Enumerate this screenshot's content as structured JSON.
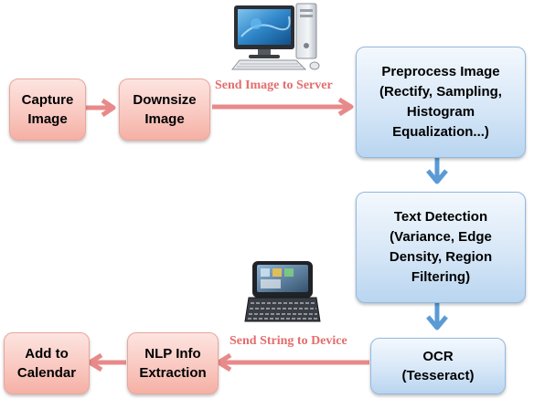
{
  "nodes": {
    "capture_image": "Capture\nImage",
    "downsize_image": "Downsize\nImage",
    "preprocess_image": "Preprocess Image\n(Rectify, Sampling,\nHistogram\nEqualization...)",
    "text_detection": "Text Detection\n(Variance, Edge\nDensity, Region\nFiltering)",
    "ocr": "OCR\n(Tesseract)",
    "nlp_info_extraction": "NLP Info\nExtraction",
    "add_to_calendar": "Add to\nCalendar"
  },
  "edges": {
    "send_image_to_server": "Send Image to Server",
    "send_string_to_device": "Send String to Device"
  },
  "colors": {
    "pink_box": "#f9c9c1",
    "blue_box": "#d7e7f7",
    "red_arrow": "#e88a8a",
    "blue_arrow": "#5b9bd5",
    "edge_label": "#e46d6d"
  },
  "icons": {
    "server": "desktop-computer-icon",
    "device": "smartphone-icon"
  }
}
